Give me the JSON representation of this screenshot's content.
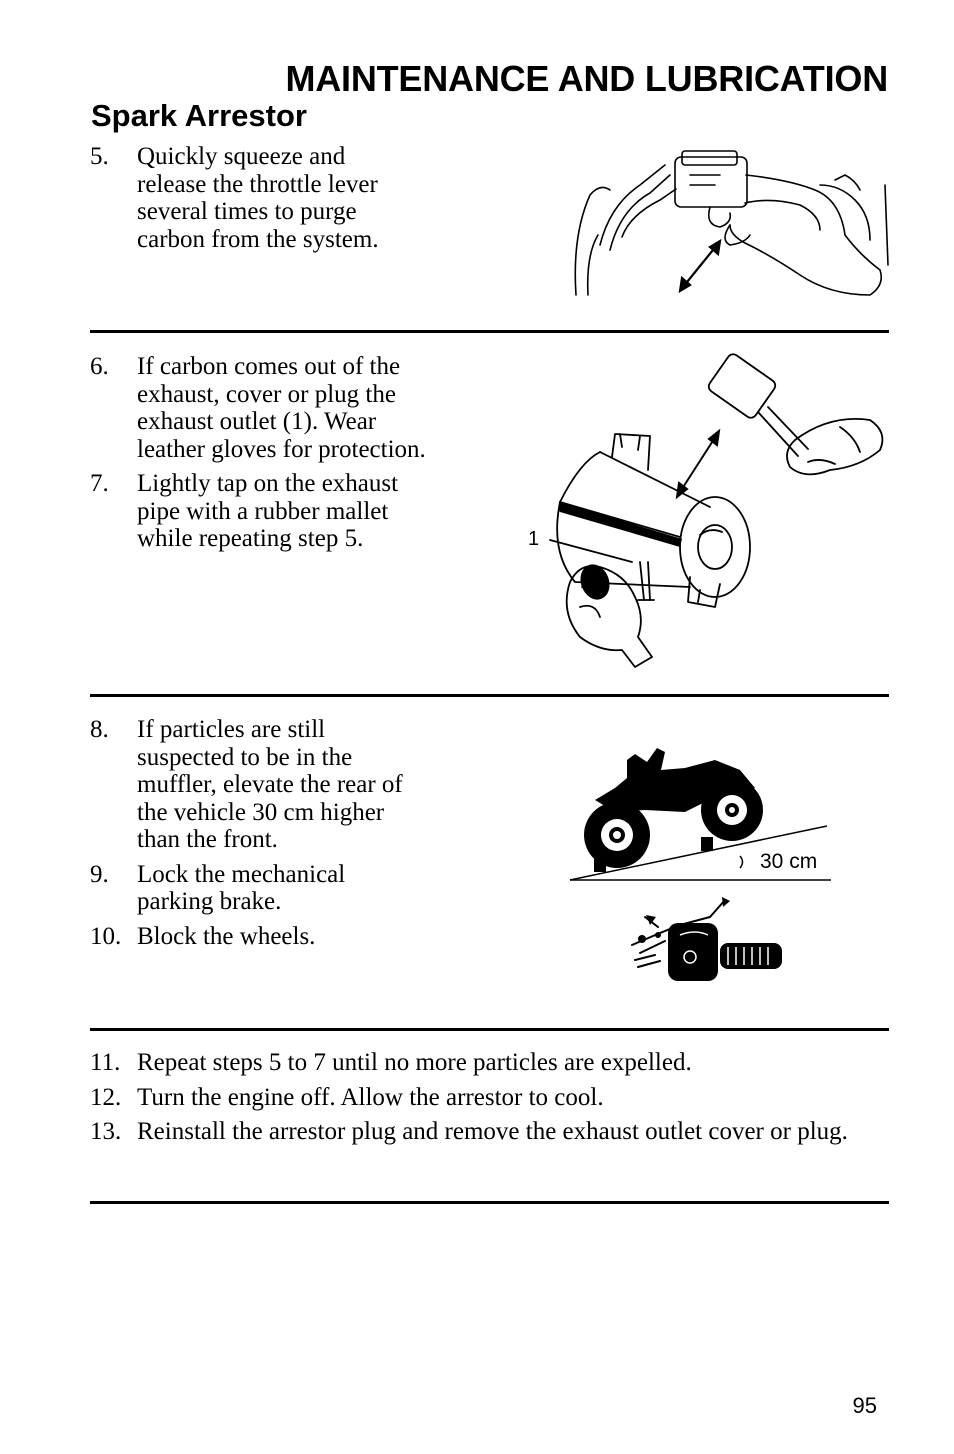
{
  "header": {
    "title": "MAINTENANCE AND LUBRICATION"
  },
  "section": {
    "title": "Spark Arrestor"
  },
  "blocks": [
    {
      "steps": [
        {
          "num": "5.",
          "text": "Quickly squeeze and release the throttle lever several times to purge carbon from the system."
        }
      ]
    },
    {
      "steps": [
        {
          "num": "6.",
          "text": "If carbon comes out of the exhaust, cover or plug the exhaust outlet (1).  Wear leather gloves for protection."
        },
        {
          "num": "7.",
          "text": "Lightly tap on the exhaust pipe with a rubber mallet while repeating step 5."
        }
      ]
    },
    {
      "steps": [
        {
          "num": "8.",
          "text": "If particles are still suspected to be in the muffler, elevate the rear of the vehicle 30 cm higher than the front."
        },
        {
          "num": "9.",
          "text": "Lock the mechanical parking brake."
        },
        {
          "num": "10.",
          "text": "Block the wheels."
        }
      ]
    },
    {
      "steps": [
        {
          "num": "11.",
          "text": "Repeat steps 5 to 7 until no more particles are expelled."
        },
        {
          "num": "12.",
          "text": "Turn the engine off. Allow the arrestor to cool."
        },
        {
          "num": "13.",
          "text": "Reinstall the arrestor plug and remove the exhaust outlet cover or plug."
        }
      ]
    }
  ],
  "figures": {
    "muffler_callout": "1",
    "incline_label": "30 cm"
  },
  "footer": {
    "page_number": "95"
  }
}
